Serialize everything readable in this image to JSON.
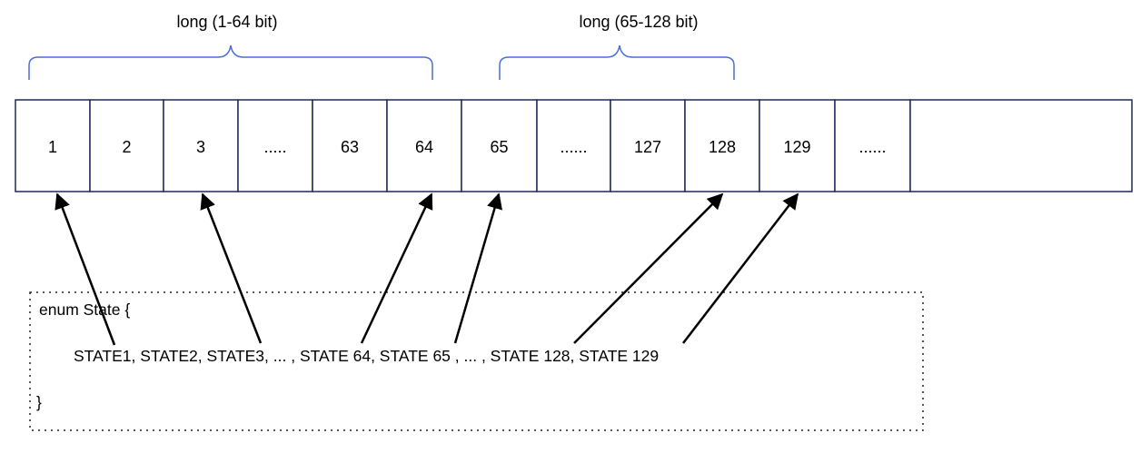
{
  "groups": [
    {
      "label": "long  (1-64 bit)"
    },
    {
      "label": "long  (65-128 bit)"
    }
  ],
  "cells": [
    "1",
    "2",
    "3",
    ".....",
    "63",
    "64",
    "65",
    "......",
    "127",
    "128",
    "129",
    "......",
    ""
  ],
  "enum_block": {
    "header": "enum State {",
    "members": "STATE1,  STATE2,  STATE3, ... , STATE 64, STATE 65 , ... , STATE 128,  STATE 129",
    "footer": "}"
  },
  "colors": {
    "cell_border": "#1f2a5a",
    "brace": "#4a6fd6",
    "arrow": "#000000",
    "dotted_border": "#222222"
  }
}
